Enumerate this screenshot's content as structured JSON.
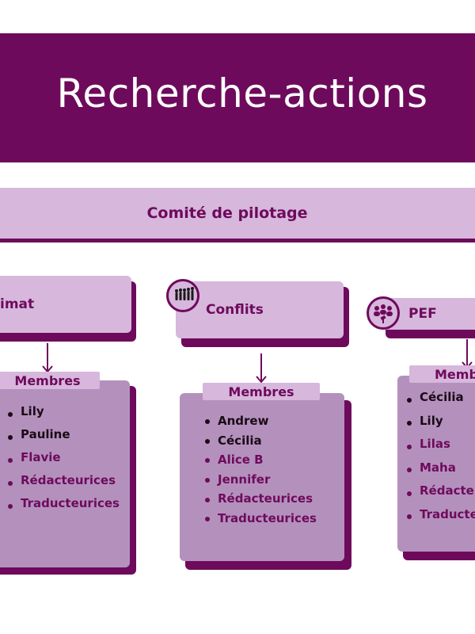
{
  "title": "Recherche-actions",
  "steering_committee": "Comité de pilotage",
  "groups": [
    {
      "name": "imat",
      "members_label": "Membres",
      "members": [
        {
          "name": "Lily",
          "tone": "dark"
        },
        {
          "name": "Pauline",
          "tone": "dark"
        },
        {
          "name": "Flavie",
          "tone": "purple"
        },
        {
          "name": "Rédacteurices",
          "tone": "purple"
        },
        {
          "name": "Traducteurices",
          "tone": "purple"
        }
      ]
    },
    {
      "name": "Conflits",
      "icon": "people-walking-icon",
      "members_label": "Membres",
      "members": [
        {
          "name": "Andrew",
          "tone": "dark"
        },
        {
          "name": "Cécilia",
          "tone": "dark"
        },
        {
          "name": "Alice B",
          "tone": "purple"
        },
        {
          "name": "Jennifer",
          "tone": "purple"
        },
        {
          "name": "Rédacteurices",
          "tone": "purple"
        },
        {
          "name": "Traducteurices",
          "tone": "purple"
        }
      ]
    },
    {
      "name": "PEF",
      "icon": "people-gavel-icon",
      "members_label": "Memb",
      "members": [
        {
          "name": "Cécilia",
          "tone": "dark"
        },
        {
          "name": "Lily",
          "tone": "dark"
        },
        {
          "name": "Lilas",
          "tone": "purple"
        },
        {
          "name": "Maha",
          "tone": "purple"
        },
        {
          "name": "Rédacteu",
          "tone": "purple"
        },
        {
          "name": "Traducte",
          "tone": "purple"
        }
      ]
    }
  ],
  "colors": {
    "primary": "#6e0a5c",
    "light": "#d7b7dc",
    "medium": "#b491bd"
  }
}
